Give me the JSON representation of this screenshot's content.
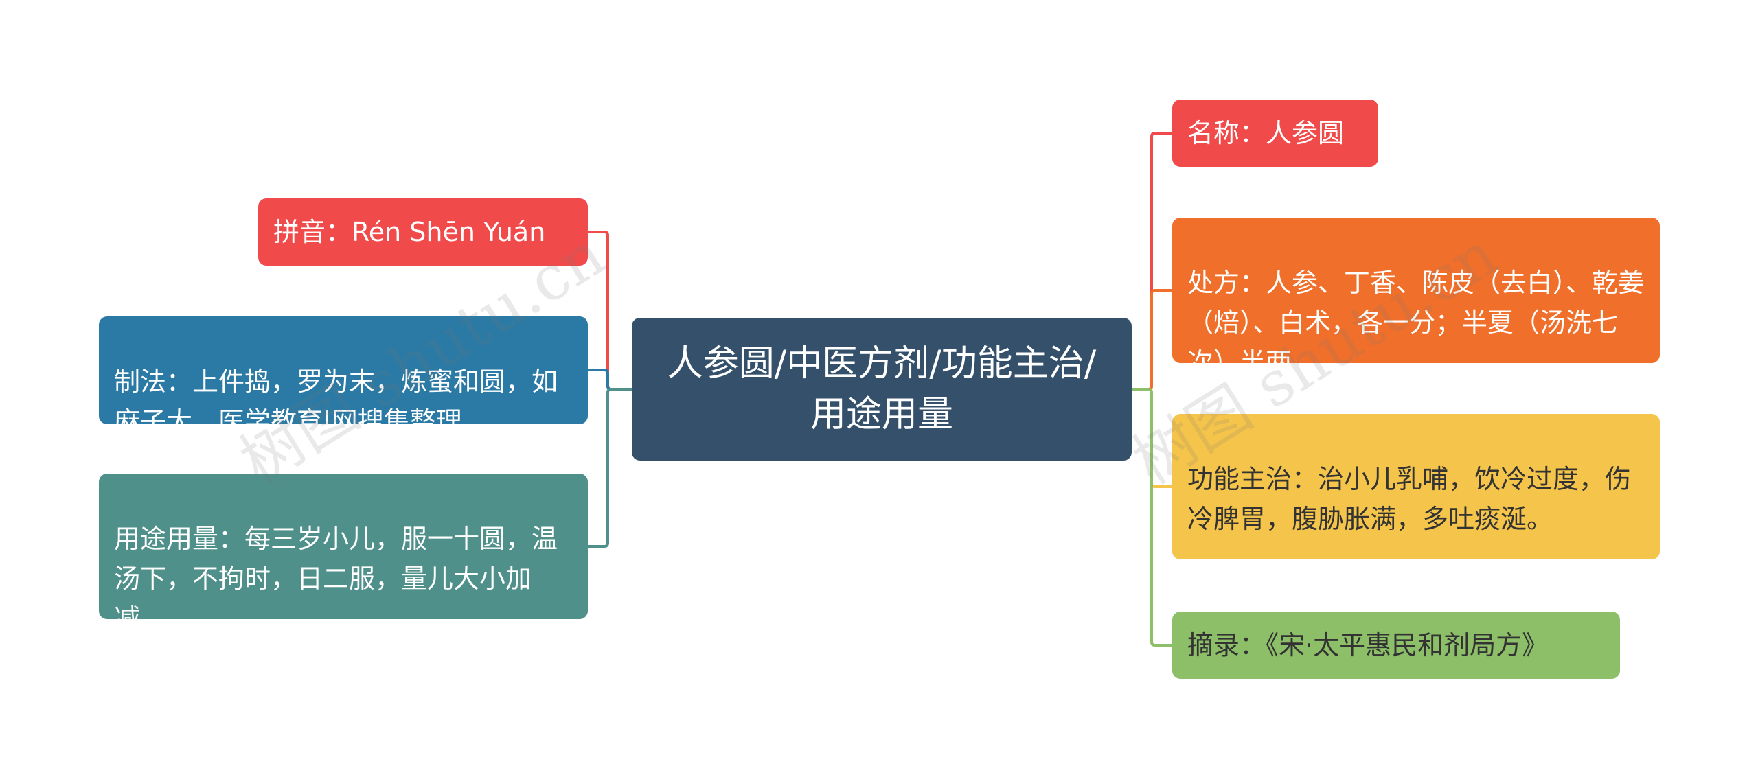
{
  "center": {
    "title": "人参圆/中医方剂/功能主治/用途用量"
  },
  "left": [
    {
      "key": "pinyin",
      "text": "拼音：Rén Shēn Yuán"
    },
    {
      "key": "method",
      "text": "制法：上件捣，罗为末，炼蜜和圆，如麻子大。医学教育|网搜集整理"
    },
    {
      "key": "usage",
      "text": "用途用量：每三岁小儿，服一十圆，温汤下，不拘时，日二服，量儿大小加减。"
    }
  ],
  "right": [
    {
      "key": "name",
      "text": "名称：人参圆"
    },
    {
      "key": "recipe",
      "text": "处方：人参、丁香、陈皮（去白）、乾姜（焙）、白术，各一分；半夏（汤洗七次）半两。"
    },
    {
      "key": "func",
      "text": "功能主治：治小儿乳哺，饮冷过度，伤冷脾胃，腹胁胀满，多吐痰涎。"
    },
    {
      "key": "source",
      "text": "摘录：《宋·太平惠民和剂局方》"
    }
  ],
  "watermarks": [
    "树图 shutu.cn",
    "树图 shutu.cn"
  ],
  "colors": {
    "center": "#34506b",
    "red": "#f04a4a",
    "blue": "#2a7aa5",
    "teal": "#4f908a",
    "orange": "#f06f2a",
    "yellow": "#f5c44b",
    "green": "#8cbf68"
  }
}
